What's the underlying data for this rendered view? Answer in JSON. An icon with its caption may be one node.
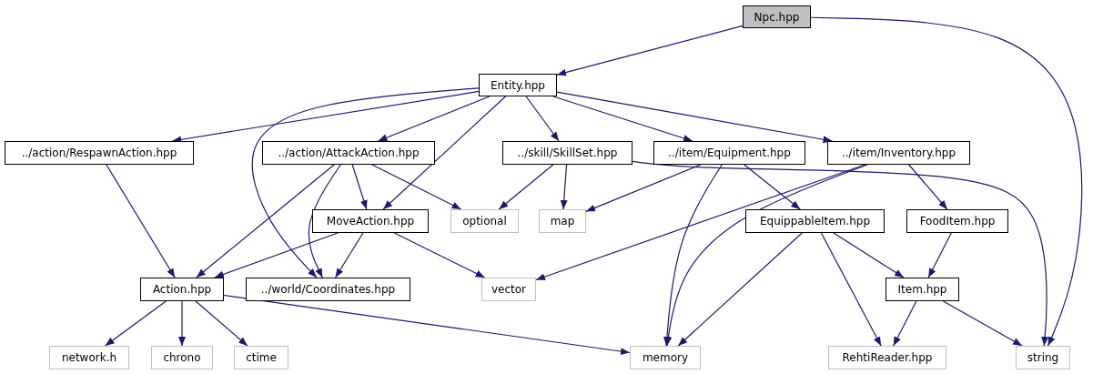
{
  "diagram": {
    "nodes": [
      {
        "text": [
          "Npc.hpp"
        ]
      },
      {
        "text": [
          "Entity.hpp"
        ]
      },
      {
        "text": [
          "../action/RespawnAction.hpp"
        ]
      },
      {
        "text": [
          "../action/AttackAction.hpp"
        ]
      },
      {
        "text": [
          "../skill/SkillSet.hpp"
        ]
      },
      {
        "text": [
          "../item/Equipment.hpp"
        ]
      },
      {
        "text": [
          "../item/Inventory.hpp"
        ]
      },
      {
        "text": [
          "MoveAction.hpp"
        ]
      },
      {
        "text": [
          "optional"
        ]
      },
      {
        "text": [
          "map"
        ]
      },
      {
        "text": [
          "EquippableItem.hpp"
        ]
      },
      {
        "text": [
          "FoodItem.hpp"
        ]
      },
      {
        "text": [
          "Action.hpp"
        ]
      },
      {
        "text": [
          "../world/Coordinates.hpp"
        ]
      },
      {
        "text": [
          "vector"
        ]
      },
      {
        "text": [
          "Item.hpp"
        ]
      },
      {
        "text": [
          "network.h"
        ]
      },
      {
        "text": [
          "chrono"
        ]
      },
      {
        "text": [
          "ctime"
        ]
      },
      {
        "text": [
          "memory"
        ]
      },
      {
        "text": [
          "RehtiReader.hpp"
        ]
      },
      {
        "text": [
          "string"
        ]
      }
    ],
    "edges": [
      {
        "from": 0,
        "to": 1,
        "arrow": "to"
      },
      {
        "from": 0,
        "to": 21,
        "arrow": "to"
      },
      {
        "from": 1,
        "to": 2,
        "arrow": "to"
      },
      {
        "from": 1,
        "to": 3,
        "arrow": "to"
      },
      {
        "from": 1,
        "to": 4,
        "arrow": "to"
      },
      {
        "from": 1,
        "to": 5,
        "arrow": "to"
      },
      {
        "from": 1,
        "to": 6,
        "arrow": "to"
      },
      {
        "from": 1,
        "to": 7,
        "arrow": "to"
      },
      {
        "from": 1,
        "to": 13,
        "arrow": "to"
      },
      {
        "from": 2,
        "to": 12,
        "arrow": "to"
      },
      {
        "from": 3,
        "to": 12,
        "arrow": "to"
      },
      {
        "from": 3,
        "to": 13,
        "arrow": "to"
      },
      {
        "from": 3,
        "to": 7,
        "arrow": "to"
      },
      {
        "from": 3,
        "to": 8,
        "arrow": "to"
      },
      {
        "from": 4,
        "to": 8,
        "arrow": "to"
      },
      {
        "from": 4,
        "to": 9,
        "arrow": "to"
      },
      {
        "from": 4,
        "to": 21,
        "arrow": "to"
      },
      {
        "from": 5,
        "to": 9,
        "arrow": "to"
      },
      {
        "from": 5,
        "to": 19,
        "arrow": "to"
      },
      {
        "from": 5,
        "to": 10,
        "arrow": "to"
      },
      {
        "from": 6,
        "to": 14,
        "arrow": "to"
      },
      {
        "from": 6,
        "to": 19,
        "arrow": "to"
      },
      {
        "from": 6,
        "to": 11,
        "arrow": "to"
      },
      {
        "from": 7,
        "to": 12,
        "arrow": "to"
      },
      {
        "from": 7,
        "to": 13,
        "arrow": "to"
      },
      {
        "from": 7,
        "to": 14,
        "arrow": "to"
      },
      {
        "from": 10,
        "to": 19,
        "arrow": "to"
      },
      {
        "from": 10,
        "to": 20,
        "arrow": "to"
      },
      {
        "from": 10,
        "to": 15,
        "arrow": "to"
      },
      {
        "from": 11,
        "to": 15,
        "arrow": "to"
      },
      {
        "from": 15,
        "to": 20,
        "arrow": "to"
      },
      {
        "from": 15,
        "to": 21,
        "arrow": "to"
      },
      {
        "from": 12,
        "to": 16,
        "arrow": "to"
      },
      {
        "from": 12,
        "to": 17,
        "arrow": "to"
      },
      {
        "from": 12,
        "to": 18,
        "arrow": "to"
      },
      {
        "from": 12,
        "to": 19,
        "arrow": "to"
      }
    ]
  }
}
